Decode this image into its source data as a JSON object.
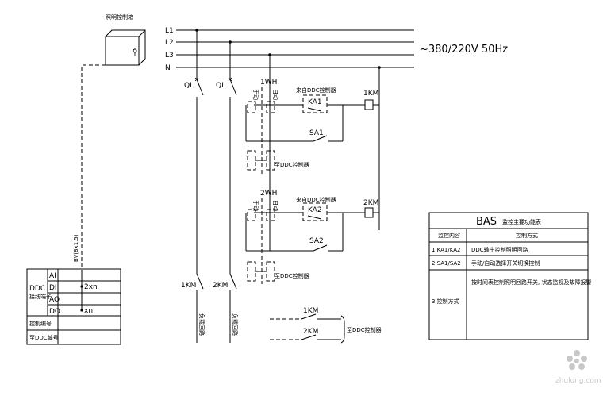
{
  "cabinet": {
    "label": "照明控制箱"
  },
  "bus": {
    "lines": [
      "L1",
      "L2",
      "L3",
      "N"
    ],
    "supply": "~380/220V 50Hz"
  },
  "cable": {
    "label": "BV(8x1.5)"
  },
  "breakers": {
    "left": "QL",
    "right": "QL"
  },
  "circuit1": {
    "contactor": "1WH",
    "manual": "手动",
    "auto": "自动",
    "ddc_note": "来自DDC控制器",
    "relay": "KA1",
    "selector": "SA1",
    "coil": "1KM",
    "ddc_to": "至DDC控制器"
  },
  "circuit2": {
    "contactor": "2WH",
    "manual": "手动",
    "auto": "自动",
    "ddc_note": "来自DDC控制器",
    "relay": "KA2",
    "selector": "SA2",
    "coil": "2KM",
    "ddc_to": "至DDC控制器"
  },
  "outputs": {
    "km1": "1KM",
    "km2": "2KM",
    "load1": "负载回路",
    "load2": "负载回路"
  },
  "feedback": {
    "km1": "1KM",
    "km2": "2KM",
    "ddc_to": "至DDC控制器"
  },
  "ddc_table": {
    "title": "DDC",
    "subtitle": "接线端子",
    "rows": [
      "AI",
      "DI",
      "AO",
      "DO"
    ],
    "di_value": "2xn",
    "do_value": "xn",
    "footer1": "控制编号",
    "footer2": "至DDC编号"
  },
  "bas_table": {
    "title": "BAS",
    "title_sub": "监控主要功能表",
    "col1": "监控内容",
    "col2": "控制方式",
    "rows": [
      {
        "item": "1.KA1/KA2",
        "desc": "DDC输出控制照明回路"
      },
      {
        "item": "2.SA1/SA2",
        "desc": "手动/自动选择开关切换控制"
      },
      {
        "item": "3.控制方式",
        "desc": "按时间表控制照明回路开关, 状态监视及故障报警"
      }
    ]
  },
  "watermark": "zhulong.com"
}
